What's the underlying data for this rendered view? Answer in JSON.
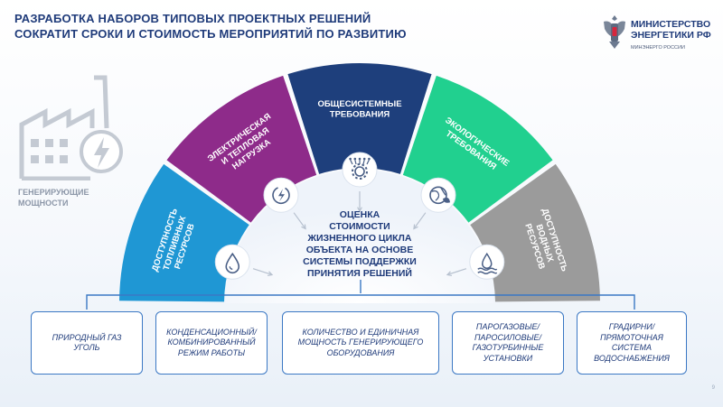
{
  "header": {
    "title_line1": "РАЗРАБОТКА НАБОРОВ ТИПОВЫХ ПРОЕКТНЫХ РЕШЕНИЙ",
    "title_line2": "СОКРАТИТ СРОКИ И СТОИМОСТЬ МЕРОПРИЯТИЙ ПО РАЗВИТИЮ"
  },
  "ministry": {
    "name_line1": "МИНИСТЕРСТВО",
    "name_line2": "ЭНЕРГЕТИКИ РФ",
    "subtitle": "МИНЭНЕРГО РОССИИ"
  },
  "generation": {
    "label_line1": "ГЕНЕРИРУЮЩИЕ",
    "label_line2": "МОЩНОСТИ",
    "icon": "factory-lightning-icon"
  },
  "segments": [
    {
      "lines": [
        "ДОСТУПНОСТЬ",
        "ТОПЛИВНЫХ",
        "РЕСУРСОВ"
      ],
      "color": "#1f97d4",
      "icon": "drop-icon"
    },
    {
      "lines": [
        "ЭЛЕКТРИЧЕСКАЯ",
        "И ТЕПЛОВАЯ",
        "НАГРУЗКА"
      ],
      "color": "#8e2b8a",
      "icon": "power-icon"
    },
    {
      "lines": [
        "ОБЩЕСИСТЕМНЫЕ",
        "ТРЕБОВАНИЯ"
      ],
      "color": "#1e3f7c",
      "icon": "gear-network-icon"
    },
    {
      "lines": [
        "ЭКОЛОГИЧЕСКИЕ",
        "ТРЕБОВАНИЯ"
      ],
      "color": "#21d08f",
      "icon": "eco-globe-icon"
    },
    {
      "lines": [
        "ДОСТУПНОСТЬ",
        "ВОДНЫХ",
        "РЕСУРСОВ"
      ],
      "color": "#9b9b9b",
      "icon": "water-icon"
    }
  ],
  "center": {
    "lines": [
      "ОЦЕНКА",
      "СТОИМОСТИ",
      "ЖИЗНЕННОГО ЦИКЛА",
      "ОБЪЕКТА НА ОСНОВЕ",
      "СИСТЕМЫ ПОДДЕРЖКИ",
      "ПРИНЯТИЯ РЕШЕНИЙ"
    ]
  },
  "boxes": [
    {
      "lines": [
        "ПРИРОДНЫЙ ГАЗ",
        "УГОЛЬ"
      ]
    },
    {
      "lines": [
        "КОНДЕНСАЦИОННЫЙ/",
        "КОМБИНИРОВАННЫЙ",
        "РЕЖИМ РАБОТЫ"
      ]
    },
    {
      "lines": [
        "КОЛИЧЕСТВО И ЕДИНИЧНАЯ",
        "МОЩНОСТЬ ГЕНЕРИРУЮЩЕГО",
        "ОБОРУДОВАНИЯ"
      ]
    },
    {
      "lines": [
        "ПАРОГАЗОВЫЕ/",
        "ПАРОСИЛОВЫЕ/",
        "ГАЗОТУРБИННЫЕ",
        "УСТАНОВКИ"
      ]
    },
    {
      "lines": [
        "ГРАДИРНИ/",
        "ПРЯМОТОЧНАЯ",
        "СИСТЕМА",
        "ВОДОСНАБЖЕНИЯ"
      ]
    }
  ],
  "page_number": "9"
}
